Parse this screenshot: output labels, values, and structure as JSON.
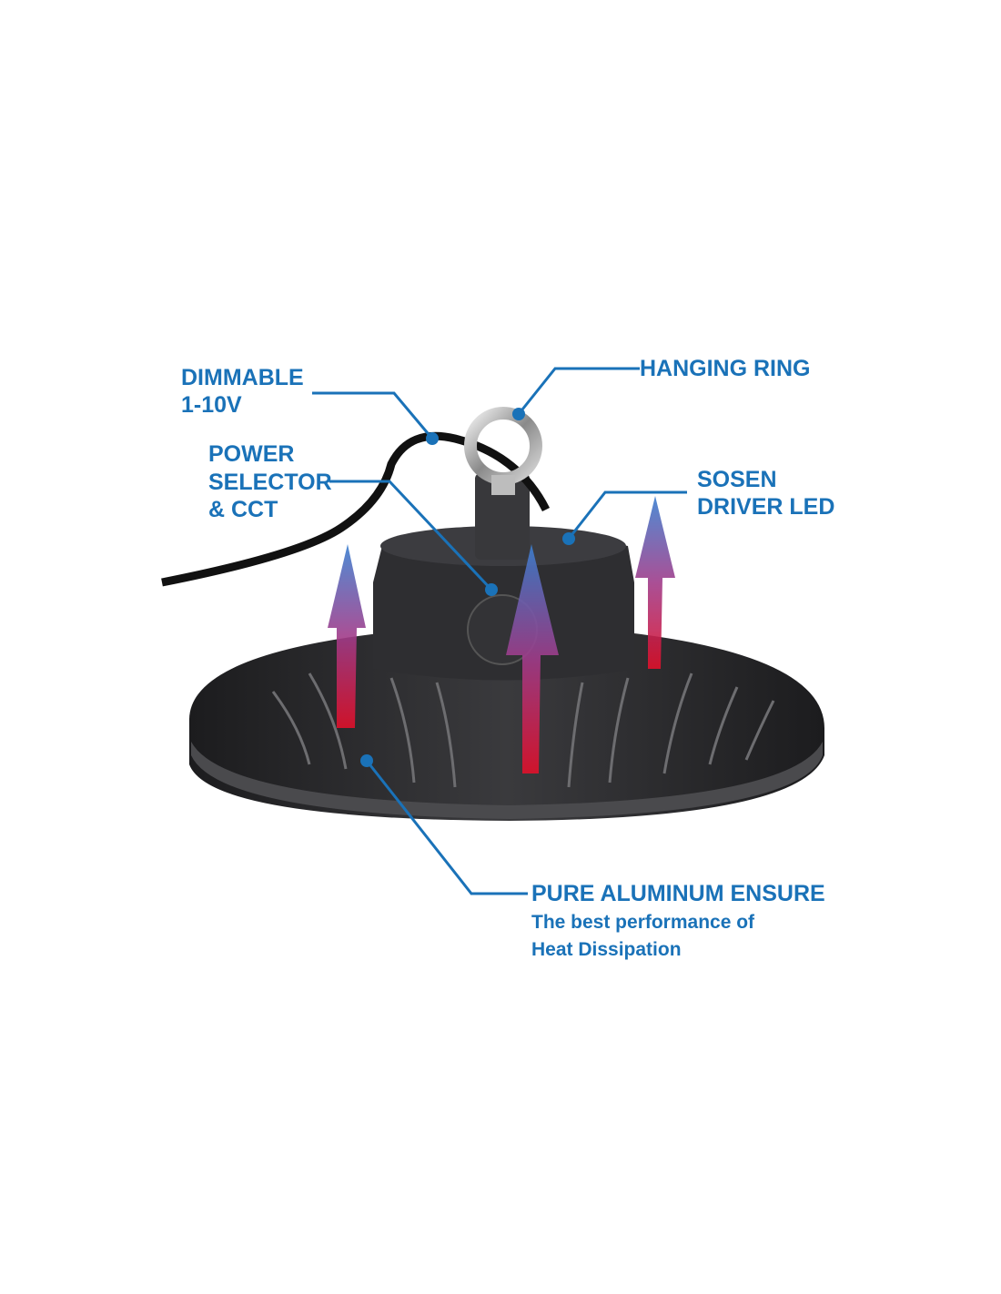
{
  "callouts": {
    "dimmable": {
      "line1": "DIMMABLE",
      "line2": "1-10V"
    },
    "hanging_ring": {
      "label": "HANGING RING"
    },
    "power_selector": {
      "line1": "POWER",
      "line2": "SELECTOR",
      "line3": "& CCT"
    },
    "driver": {
      "line1": "SOSEN",
      "line2": "DRIVER LED"
    },
    "aluminum": {
      "title": "PURE ALUMINUM ENSURE",
      "line1": "The best performance of",
      "line2": "Heat Dissipation"
    }
  },
  "colors": {
    "accent": "#1a72b8",
    "heat_hot": "#e0102a",
    "heat_cool": "#3a7fd0",
    "housing": "#2b2b2d"
  }
}
